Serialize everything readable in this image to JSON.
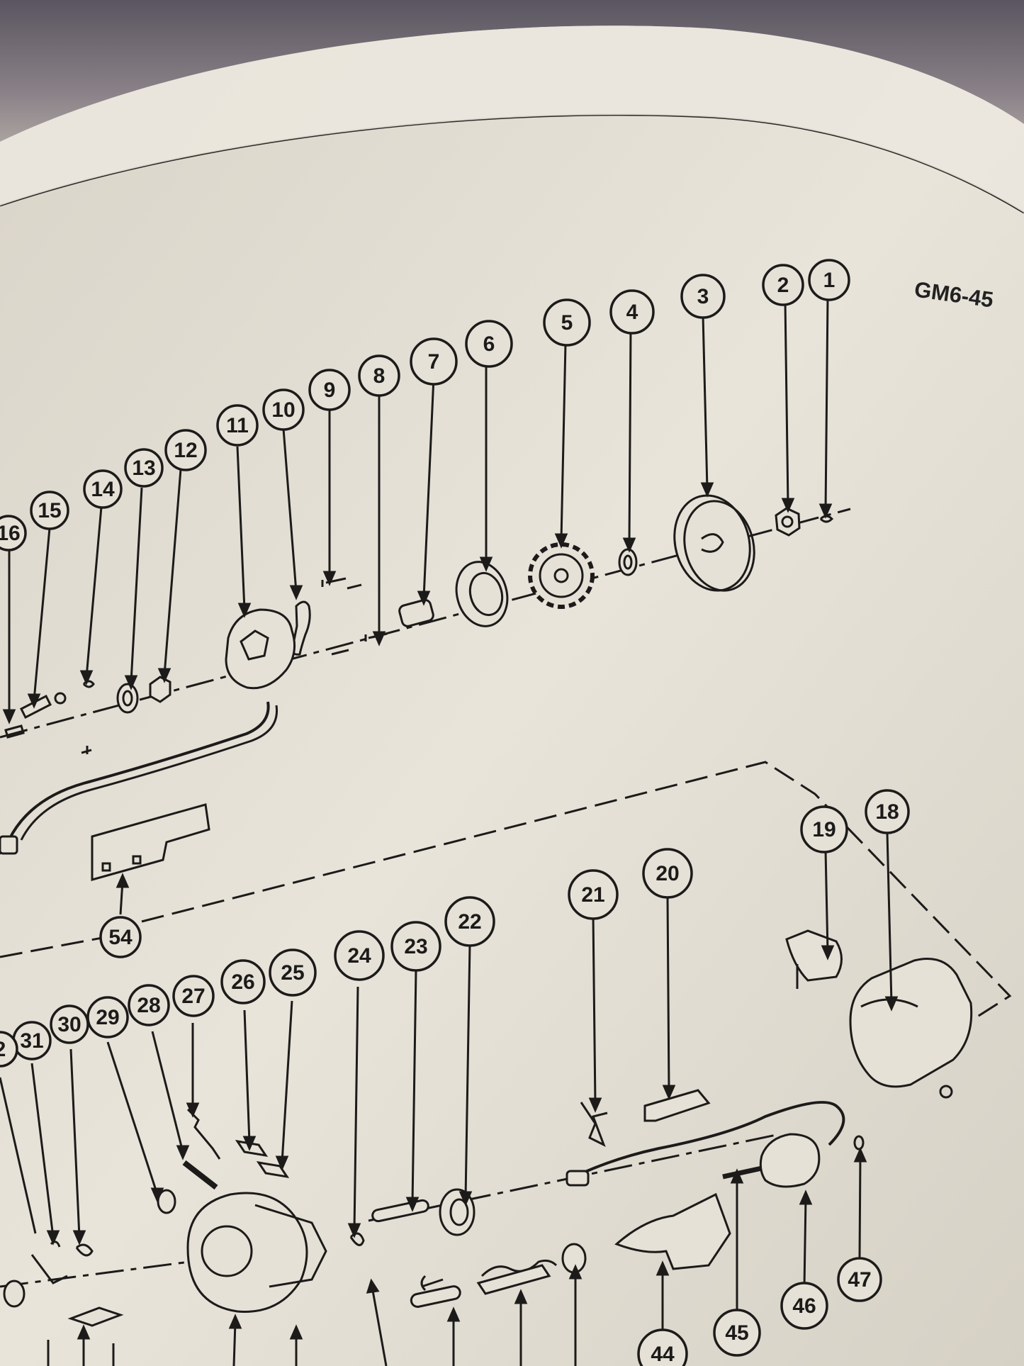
{
  "figure": {
    "code": "GM6-45"
  },
  "callouts": [
    {
      "id": "1",
      "label": "1"
    },
    {
      "id": "2",
      "label": "2"
    },
    {
      "id": "3",
      "label": "3"
    },
    {
      "id": "4",
      "label": "4"
    },
    {
      "id": "5",
      "label": "5"
    },
    {
      "id": "6",
      "label": "6"
    },
    {
      "id": "7",
      "label": "7"
    },
    {
      "id": "8",
      "label": "8"
    },
    {
      "id": "9",
      "label": "9"
    },
    {
      "id": "10",
      "label": "10"
    },
    {
      "id": "11",
      "label": "11"
    },
    {
      "id": "12",
      "label": "12"
    },
    {
      "id": "13",
      "label": "13"
    },
    {
      "id": "14",
      "label": "14"
    },
    {
      "id": "15",
      "label": "15"
    },
    {
      "id": "16",
      "label": "16"
    },
    {
      "id": "18",
      "label": "18"
    },
    {
      "id": "19",
      "label": "19"
    },
    {
      "id": "20",
      "label": "20"
    },
    {
      "id": "21",
      "label": "21"
    },
    {
      "id": "22",
      "label": "22"
    },
    {
      "id": "23",
      "label": "23"
    },
    {
      "id": "24",
      "label": "24"
    },
    {
      "id": "25",
      "label": "25"
    },
    {
      "id": "26",
      "label": "26"
    },
    {
      "id": "27",
      "label": "27"
    },
    {
      "id": "28",
      "label": "28"
    },
    {
      "id": "29",
      "label": "29"
    },
    {
      "id": "30",
      "label": "30"
    },
    {
      "id": "31",
      "label": "31"
    },
    {
      "id": "32",
      "label": "2"
    },
    {
      "id": "44",
      "label": "44"
    },
    {
      "id": "45",
      "label": "45"
    },
    {
      "id": "46",
      "label": "46"
    },
    {
      "id": "47",
      "label": "47"
    },
    {
      "id": "54",
      "label": "54"
    }
  ],
  "colors": {
    "paper": "#e6e1d6",
    "ink": "#1c1b1a",
    "background": "#6f6a72"
  }
}
